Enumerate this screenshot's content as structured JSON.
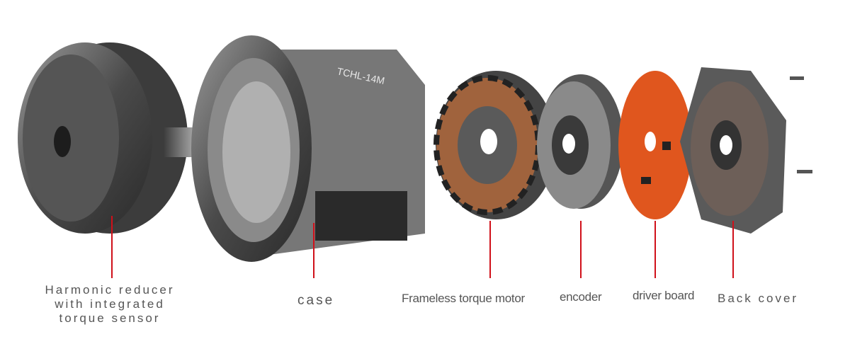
{
  "components": [
    {
      "id": "harmonic",
      "label_lines": [
        "Harmonic reducer",
        "with integrated",
        "torque sensor"
      ]
    },
    {
      "id": "case",
      "label": "case",
      "engraving": "TCHL-14M"
    },
    {
      "id": "motor",
      "label": "Frameless torque motor"
    },
    {
      "id": "encoder",
      "label": "encoder"
    },
    {
      "id": "driver",
      "label": "driver board"
    },
    {
      "id": "cover",
      "label": "Back cover"
    }
  ],
  "colors": {
    "leader_line": "#d0101a",
    "label_text": "#555555",
    "metal": "#6b6b6b",
    "pcb": "#e0561e",
    "copper": "#a0633d"
  }
}
